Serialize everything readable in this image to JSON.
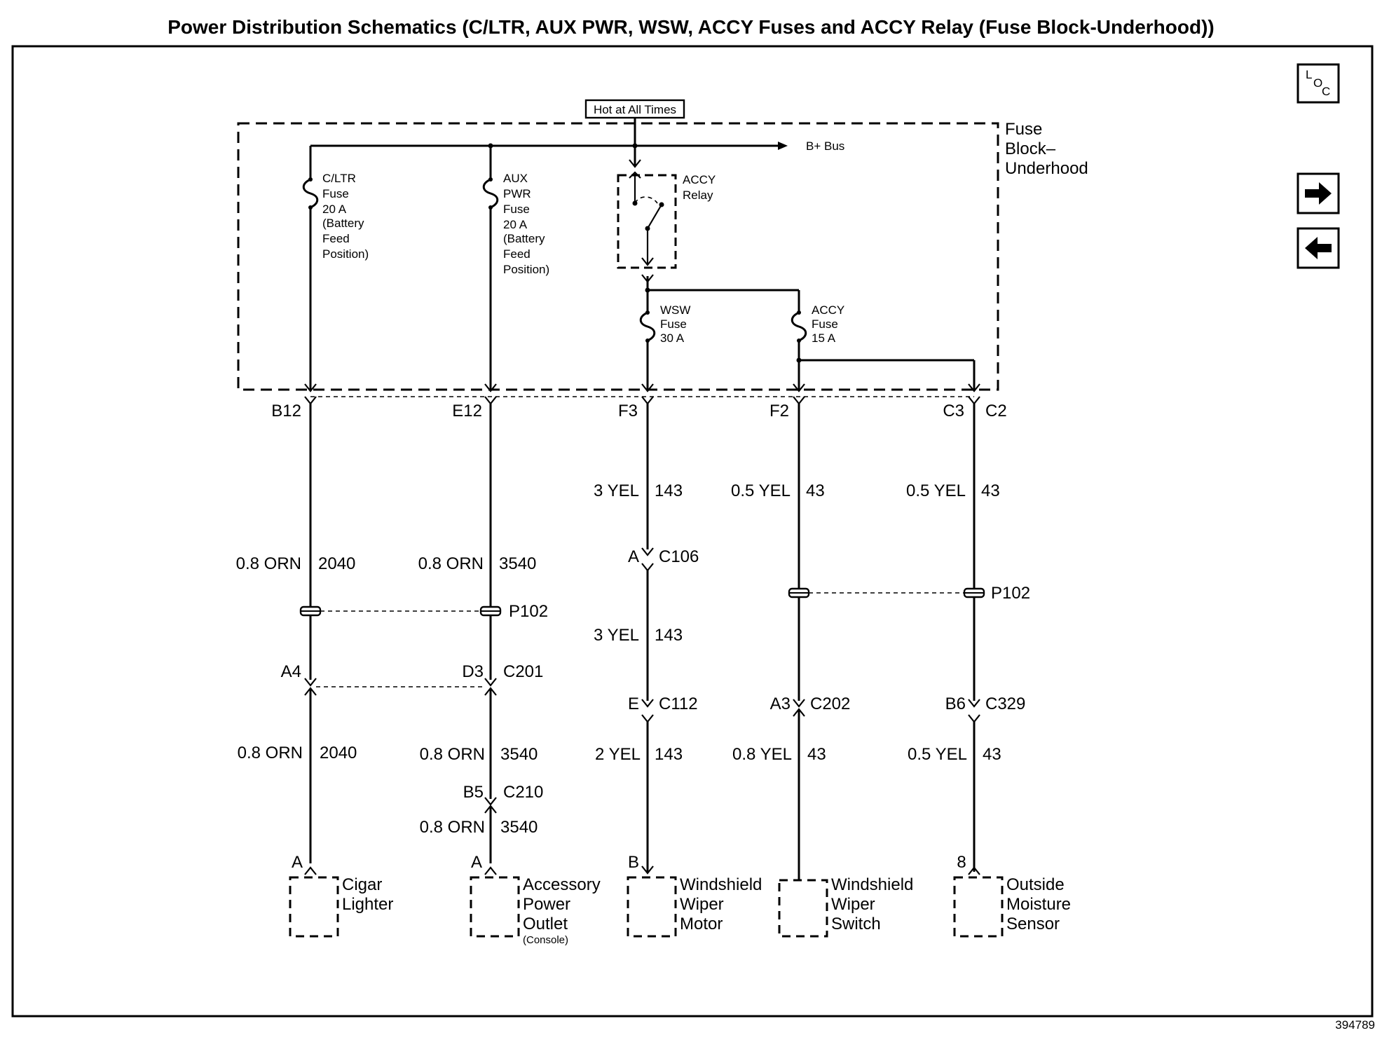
{
  "title": "Power Distribution Schematics (C/LTR, AUX PWR, WSW, ACCY Fuses and ACCY Relay (Fuse Block-Underhood))",
  "hot_label": "Hot at All Times",
  "bus_label": "B+ Bus",
  "fuse_block_label": [
    "Fuse",
    "Block–",
    "Underhood"
  ],
  "fuses": {
    "cltr": [
      "C/LTR",
      "Fuse",
      "20 A",
      "(Battery",
      "Feed",
      "Position)"
    ],
    "auxpwr": [
      "AUX",
      "PWR",
      "Fuse",
      "20 A",
      "(Battery",
      "Feed",
      "Position)"
    ],
    "wsw": [
      "WSW",
      "Fuse",
      "30 A"
    ],
    "accy": [
      "ACCY",
      "Fuse",
      "15 A"
    ]
  },
  "relay_label": [
    "ACCY",
    "Relay"
  ],
  "pins_top": {
    "b12": "B12",
    "e12": "E12",
    "f3": "F3",
    "f2": "F2",
    "c3": "C3",
    "c2": "C2"
  },
  "wires": {
    "c1_a": {
      "size_color": "0.8 ORN",
      "circuit": "2040"
    },
    "c1_b": {
      "size_color": "0.8 ORN",
      "circuit": "2040"
    },
    "c2_a": {
      "size_color": "0.8 ORN",
      "circuit": "3540"
    },
    "c2_b": {
      "size_color": "0.8 ORN",
      "circuit": "3540"
    },
    "c2_c": {
      "size_color": "0.8 ORN",
      "circuit": "3540"
    },
    "c3_a": {
      "size_color": "3 YEL",
      "circuit": "143"
    },
    "c3_b": {
      "size_color": "3 YEL",
      "circuit": "143"
    },
    "c3_c": {
      "size_color": "2 YEL",
      "circuit": "143"
    },
    "c4_a": {
      "size_color": "0.5 YEL",
      "circuit": "43"
    },
    "c4_b": {
      "size_color": "0.8 YEL",
      "circuit": "43"
    },
    "c5_a": {
      "size_color": "0.5 YEL",
      "circuit": "43"
    },
    "c5_b": {
      "size_color": "0.5 YEL",
      "circuit": "43"
    }
  },
  "connectors": {
    "c106": {
      "pin": "A",
      "name": "C106"
    },
    "c112": {
      "pin": "E",
      "name": "C112"
    },
    "p102_left": "P102",
    "p102_right": "P102",
    "c201": {
      "pin_left": "A4",
      "pin_right": "D3",
      "name": "C201"
    },
    "c210": {
      "pin": "B5",
      "name": "C210"
    },
    "c202": {
      "pin": "A3",
      "name": "C202"
    },
    "c329": {
      "pin": "B6",
      "name": "C329"
    }
  },
  "components": {
    "cigar": {
      "pin": "A",
      "label": [
        "Cigar",
        "Lighter"
      ]
    },
    "outlet": {
      "pin": "A",
      "label": [
        "Accessory",
        "Power",
        "Outlet"
      ],
      "note": "(Console)"
    },
    "motor": {
      "pin": "B",
      "label": [
        "Windshield",
        "Wiper",
        "Motor"
      ]
    },
    "switch": {
      "pin": "",
      "label": [
        "Windshield",
        "Wiper",
        "Switch"
      ]
    },
    "sensor": {
      "pin": "8",
      "label": [
        "Outside",
        "Moisture",
        "Sensor"
      ]
    }
  },
  "nav": {
    "loc_icon": "loc-icon",
    "loc_letters": [
      "L",
      "O",
      "C"
    ],
    "next_icon": "arrow-right-icon",
    "prev_icon": "arrow-left-icon"
  },
  "figure_number": "394789"
}
